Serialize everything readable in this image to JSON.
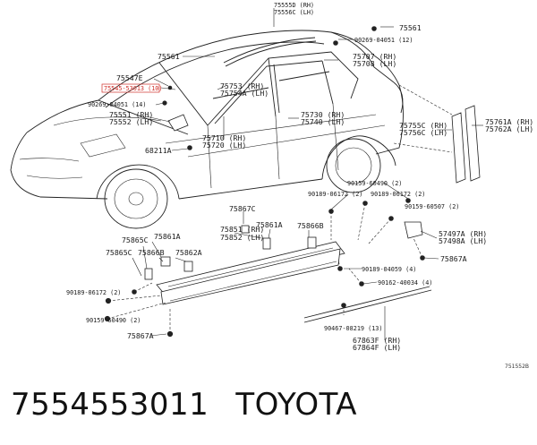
{
  "labels": {
    "l75555d": "75555D (RH)",
    "l75556c": "75556C (LH)",
    "l75561a": "75561",
    "l75561b": "75561",
    "l90269a": "90269-04051 (12)",
    "l75547e": "75547E",
    "l75545": "75545-53013 (10)",
    "l90269b": "90269-04051 (14)",
    "l75551": "75551 (RH)",
    "l75552": "75552 (LH)",
    "l75753": "75753 (RH)",
    "l75754a": "75754A (LH)",
    "l75707": "75707 (RH)",
    "l75708": "75708 (LH)",
    "l75730": "75730 (RH)",
    "l75740": "75740 (LH)",
    "l75710": "75710 (RH)",
    "l75720": "75720 (LH)",
    "l68211a": "68211A",
    "l75755c": "75755C (RH)",
    "l75756c": "75756C (LH)",
    "l75761a": "75761A (RH)",
    "l75762a": "75762A (LH)",
    "l90159a": "90159-60490 (2)",
    "l90189a": "90189-06172 (2)",
    "l90189b": "90189-06172 (2)",
    "l90159b": "90159-60507 (2)",
    "l75867c": "75867C",
    "l75851": "75851 (RH)",
    "l75852": "75852 (LH)",
    "l75861a1": "75861A",
    "l75866b1": "75866B",
    "l75865c1": "75865C",
    "l75861a2": "75861A",
    "l75865c2": "75865C",
    "l75866b2": "75866B",
    "l75862a": "75862A",
    "l57497a": "57497A (RH)",
    "l57498a": "57498A (LH)",
    "l75867a1": "75867A",
    "l90189c": "90189-04059 (4)",
    "l90162": "90162-40034 (4)",
    "l90189d": "90189-06172 (2)",
    "l90159c": "90159-60490 (2)",
    "l90467": "90467-08219 (13)",
    "l67863f": "67863F (RH)",
    "l67864f": "67864F (LH)",
    "l75867a2": "75867A",
    "figure_code": "751552B"
  },
  "caption": {
    "part_number": "7554553011",
    "brand": "TOYOTA"
  },
  "colors": {
    "highlight": "#d0302a",
    "ink": "#222222"
  }
}
